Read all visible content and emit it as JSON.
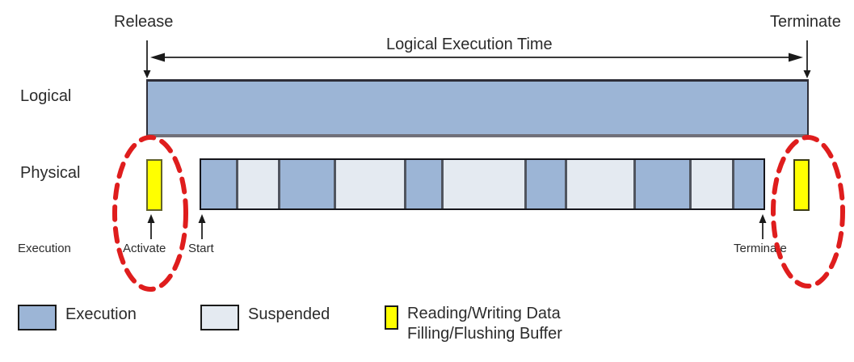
{
  "header": {
    "release_label": "Release",
    "terminate_label": "Terminate",
    "let_arrow_label": "Logical Execution Time"
  },
  "rows": {
    "logical_label": "Logical",
    "physical_label": "Physical"
  },
  "event_labels": {
    "execution": "Execution",
    "activate": "Activate",
    "start": "Start",
    "terminate": "Terminate"
  },
  "colors": {
    "execution": "#9CB5D6",
    "suspended": "#E4EAF1",
    "buffer": "#FFFF00",
    "highlight": "#DF1D1D"
  },
  "physical_segments": [
    {
      "state": "execution",
      "width": 45
    },
    {
      "state": "suspended",
      "width": 52
    },
    {
      "state": "execution",
      "width": 69
    },
    {
      "state": "suspended",
      "width": 89
    },
    {
      "state": "execution",
      "width": 45
    },
    {
      "state": "suspended",
      "width": 105
    },
    {
      "state": "execution",
      "width": 50
    },
    {
      "state": "suspended",
      "width": 86
    },
    {
      "state": "execution",
      "width": 70
    },
    {
      "state": "suspended",
      "width": 52
    },
    {
      "state": "execution",
      "width": 38
    }
  ],
  "legend": [
    {
      "swatch": "execution",
      "label": "Execution"
    },
    {
      "swatch": "suspended",
      "label": "Suspended"
    },
    {
      "swatch": "buffer",
      "label": "Reading/Writing Data",
      "label2": "Filling/Flushing Buffer"
    }
  ]
}
